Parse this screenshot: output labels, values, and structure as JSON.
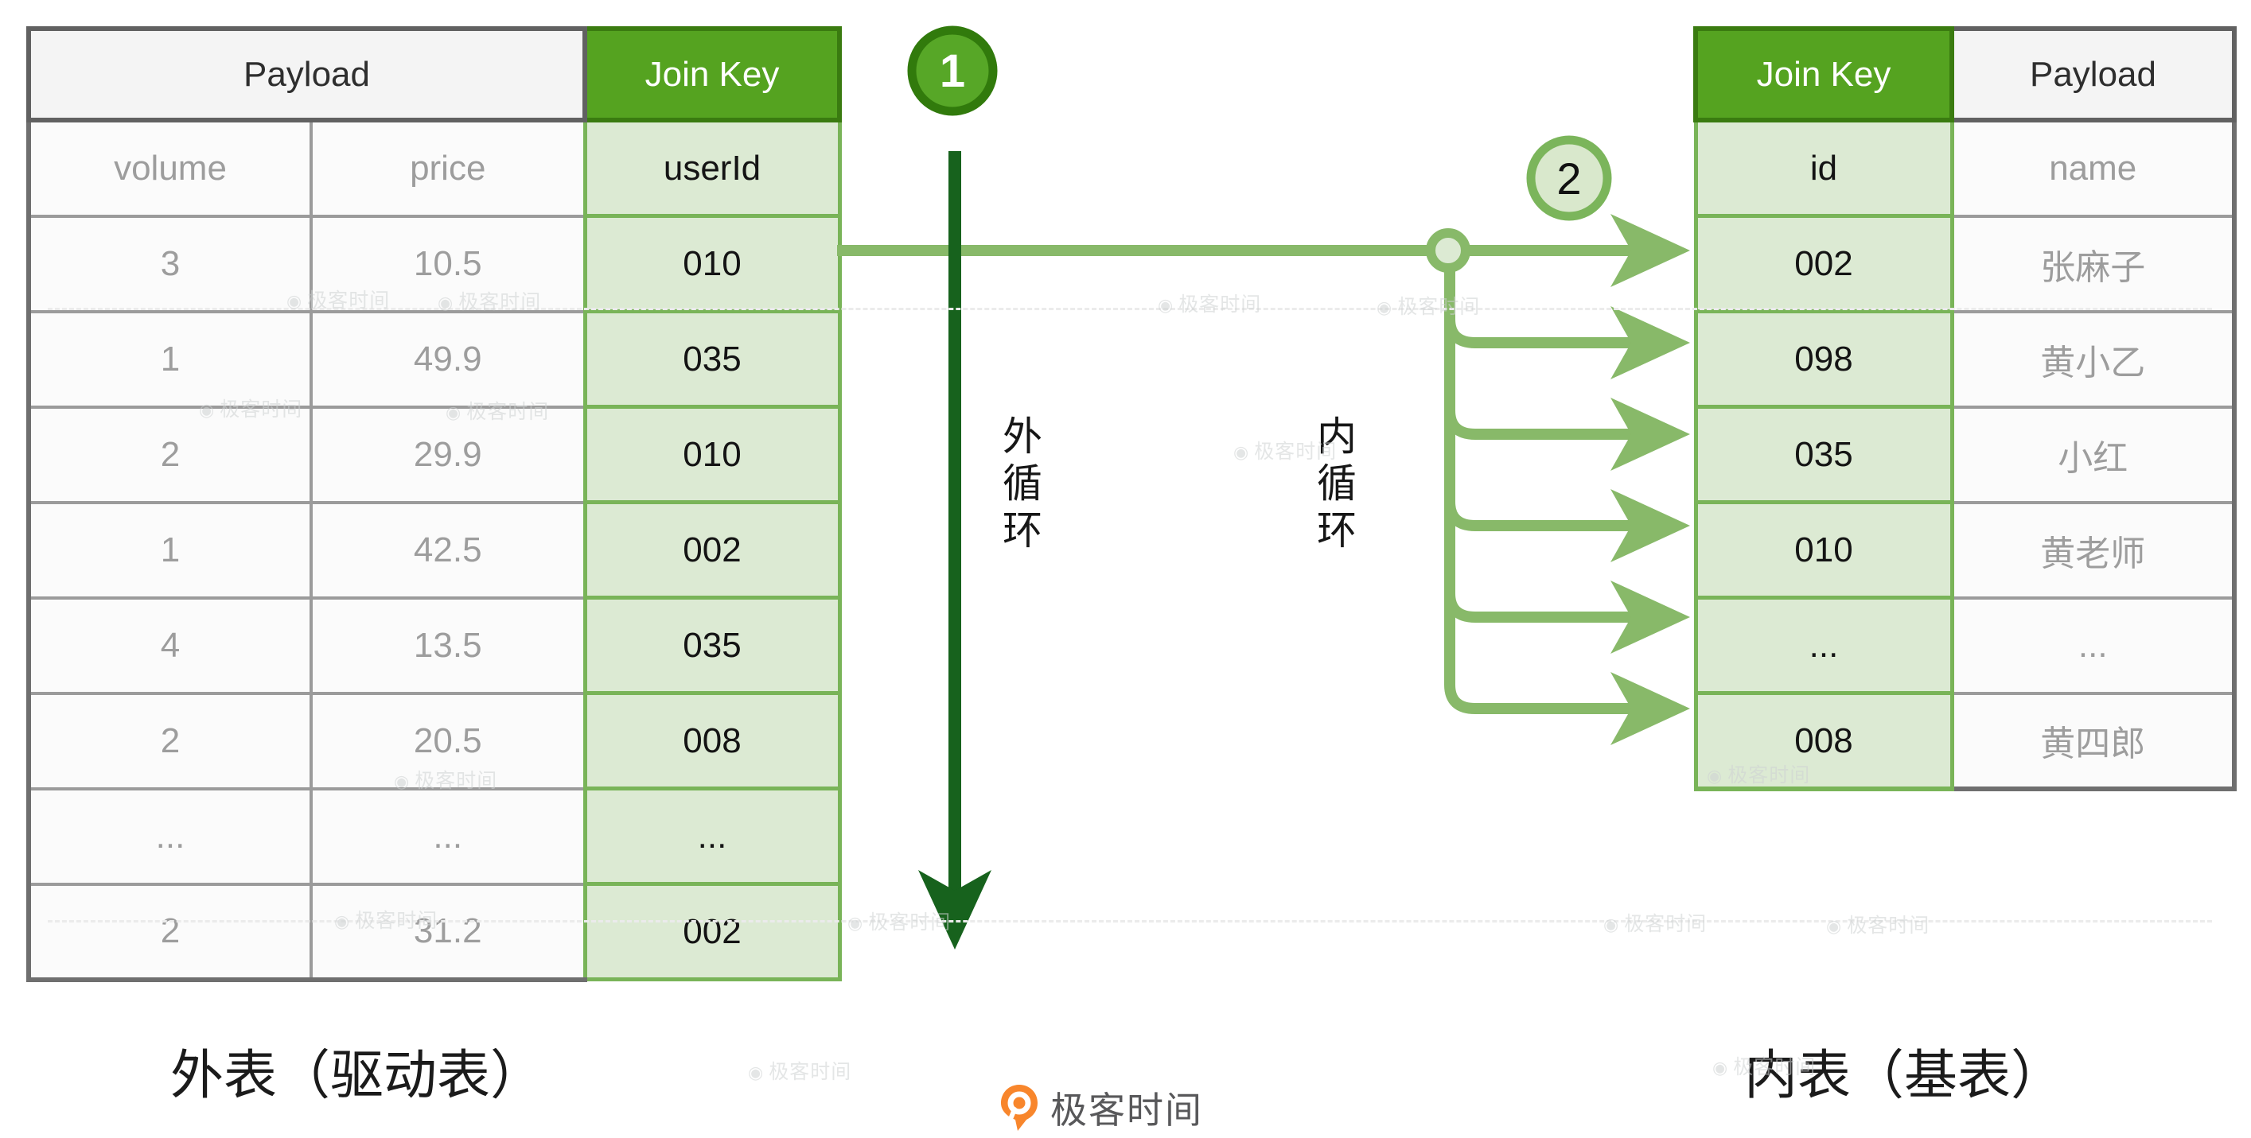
{
  "diagram": {
    "step1_badge": "1",
    "step2_badge": "2",
    "outer_loop_label": "外循环",
    "inner_loop_label": "内循环",
    "outer_table_caption": "外表（驱动表）",
    "inner_table_caption": "内表（基表）"
  },
  "outer_table": {
    "header_payload": "Payload",
    "header_join_key": "Join Key",
    "columns": {
      "volume": "volume",
      "price": "price",
      "join_key": "userId"
    },
    "rows": [
      {
        "volume": "3",
        "price": "10.5",
        "key": "010"
      },
      {
        "volume": "1",
        "price": "49.9",
        "key": "035"
      },
      {
        "volume": "2",
        "price": "29.9",
        "key": "010"
      },
      {
        "volume": "1",
        "price": "42.5",
        "key": "002"
      },
      {
        "volume": "4",
        "price": "13.5",
        "key": "035"
      },
      {
        "volume": "2",
        "price": "20.5",
        "key": "008"
      },
      {
        "volume": "...",
        "price": "...",
        "key": "..."
      },
      {
        "volume": "2",
        "price": "31.2",
        "key": "002"
      }
    ]
  },
  "inner_table": {
    "header_join_key": "Join Key",
    "header_payload": "Payload",
    "columns": {
      "join_key": "id",
      "name": "name"
    },
    "rows": [
      {
        "key": "002",
        "name": "张麻子"
      },
      {
        "key": "098",
        "name": "黄小乙"
      },
      {
        "key": "035",
        "name": "小红"
      },
      {
        "key": "010",
        "name": "黄老师"
      },
      {
        "key": "...",
        "name": "..."
      },
      {
        "key": "008",
        "name": "黄四郎"
      }
    ]
  },
  "logo": {
    "text": "极客时间"
  },
  "watermark": {
    "text": "极客时间"
  },
  "colors": {
    "green_header": "#55a320",
    "green_header_border": "#3a7b10",
    "green_cell_bg": "#dcead3",
    "green_cell_border": "#79b458",
    "arrow_green": "#88b969",
    "arrow_dark_green": "#17621d",
    "step1_fill": "#57a727",
    "step1_ring": "#317a0c",
    "logo_orange": "#f8862c",
    "gray_text": "#9d9d9d"
  }
}
